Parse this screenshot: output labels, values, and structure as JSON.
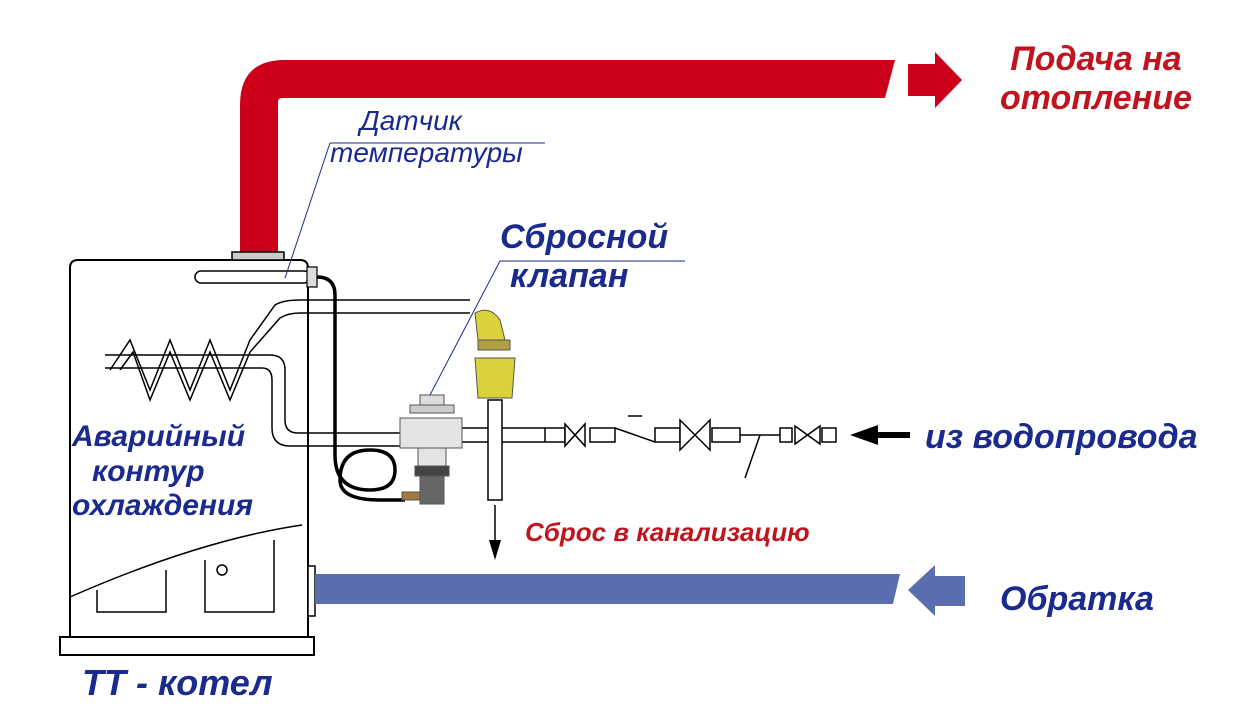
{
  "diagram": {
    "title": "Схема аварийного контура охлаждения ТТ-котла",
    "colors": {
      "supply_pipe": "#cc0018",
      "return_pipe": "#5a6db0",
      "valve_yellow": "#d9d23a",
      "label_blue": "#1a2a8e",
      "label_red": "#c0141e"
    },
    "labels": {
      "supply_line1": "Подача на",
      "supply_line2": "отопление",
      "sensor_line1": "Датчик",
      "sensor_line2": "температуры",
      "relief_line1": "Сбросной",
      "relief_line2": "клапан",
      "emergency_line1": "Аварийный",
      "emergency_line2": "контур",
      "emergency_line3": "охлаждения",
      "water_main": "из водопровода",
      "drain": "Сброс в канализацию",
      "return": "Обратка",
      "boiler": "ТТ - котел"
    }
  }
}
